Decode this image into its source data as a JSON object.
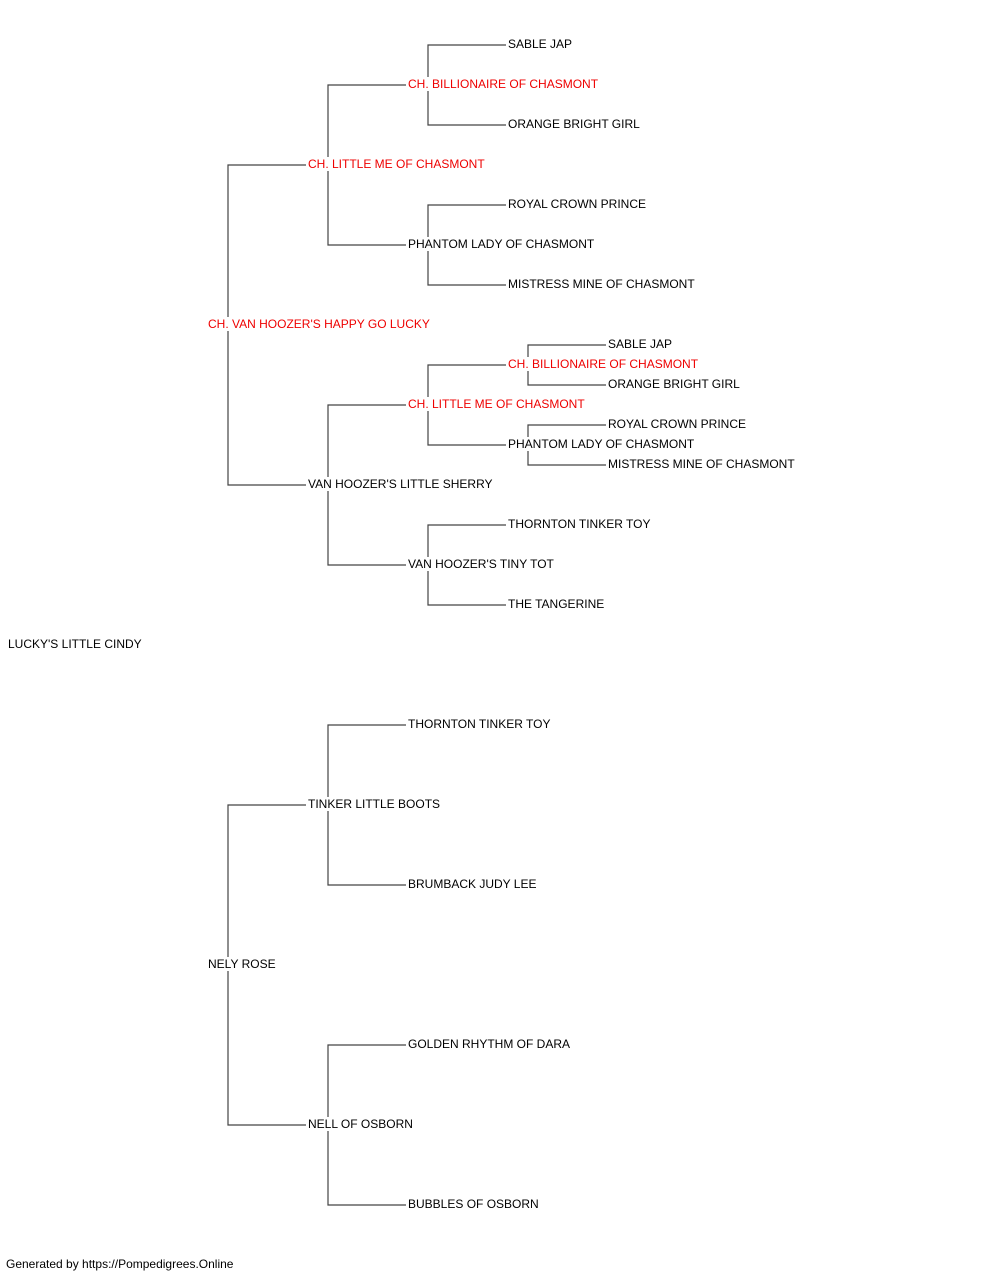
{
  "colors": {
    "line": "#444444",
    "champion": "#ee0000",
    "default": "#000000"
  },
  "subject": {
    "name": "LUCKY'S LITTLE CINDY",
    "champion": false
  },
  "generation1": [
    {
      "name": "CH. VAN HOOZER'S HAPPY GO LUCKY",
      "champion": true
    },
    {
      "name": "NELY ROSE",
      "champion": false
    }
  ],
  "generation2": [
    {
      "name": "CH. LITTLE ME OF CHASMONT",
      "champion": true
    },
    {
      "name": "VAN HOOZER'S LITTLE SHERRY",
      "champion": false
    },
    {
      "name": "TINKER LITTLE BOOTS",
      "champion": false
    },
    {
      "name": "NELL OF OSBORN",
      "champion": false
    }
  ],
  "generation3": [
    {
      "name": "CH. BILLIONAIRE OF CHASMONT",
      "champion": true
    },
    {
      "name": "PHANTOM LADY OF CHASMONT",
      "champion": false
    },
    {
      "name": "CH. LITTLE ME OF CHASMONT",
      "champion": true
    },
    {
      "name": "VAN HOOZER'S TINY TOT",
      "champion": false
    },
    {
      "name": "THORNTON TINKER TOY",
      "champion": false
    },
    {
      "name": "BRUMBACK JUDY LEE",
      "champion": false
    },
    {
      "name": "GOLDEN RHYTHM OF DARA",
      "champion": false
    },
    {
      "name": "BUBBLES OF OSBORN",
      "champion": false
    }
  ],
  "generation4": [
    {
      "name": "SABLE JAP",
      "champion": false
    },
    {
      "name": "ORANGE BRIGHT GIRL",
      "champion": false
    },
    {
      "name": "ROYAL CROWN PRINCE",
      "champion": false
    },
    {
      "name": "MISTRESS MINE OF CHASMONT",
      "champion": false
    },
    {
      "name": "CH. BILLIONAIRE OF CHASMONT",
      "champion": true
    },
    {
      "name": "PHANTOM LADY OF CHASMONT",
      "champion": false
    },
    {
      "name": "THORNTON TINKER TOY",
      "champion": false
    },
    {
      "name": "THE TANGERINE",
      "champion": false
    }
  ],
  "generation5": [
    {
      "name": "SABLE JAP",
      "champion": false
    },
    {
      "name": "ORANGE BRIGHT GIRL",
      "champion": false
    },
    {
      "name": "ROYAL CROWN PRINCE",
      "champion": false
    },
    {
      "name": "MISTRESS MINE OF CHASMONT",
      "champion": false
    }
  ],
  "footer": "Generated by https://Pompedigrees.Online"
}
